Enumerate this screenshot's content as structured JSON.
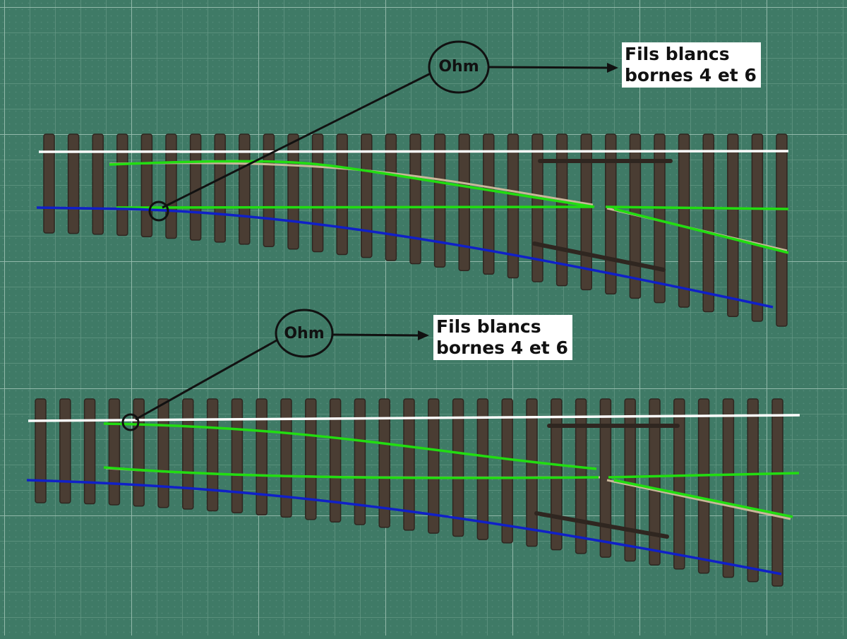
{
  "scene": {
    "description_free": true,
    "colors": {
      "mat": "#3f7a66",
      "grid_line": "#9ec2b4",
      "sleeper": "#4a3d33",
      "sleeper_dark": "#2f2620",
      "white_wire": "#ffffff",
      "green_wire": "#22dd11",
      "blue_wire": "#1020c8",
      "rail": "#c9b89a",
      "annotation": "#111111"
    }
  },
  "annotations": {
    "top": {
      "ohm_label": "Ohm",
      "note_line1": "Fils blancs",
      "note_line2": "bornes 4 et 6"
    },
    "bottom": {
      "ohm_label": "Ohm",
      "note_line1": "Fils blancs",
      "note_line2": "bornes 4 et 6"
    }
  }
}
